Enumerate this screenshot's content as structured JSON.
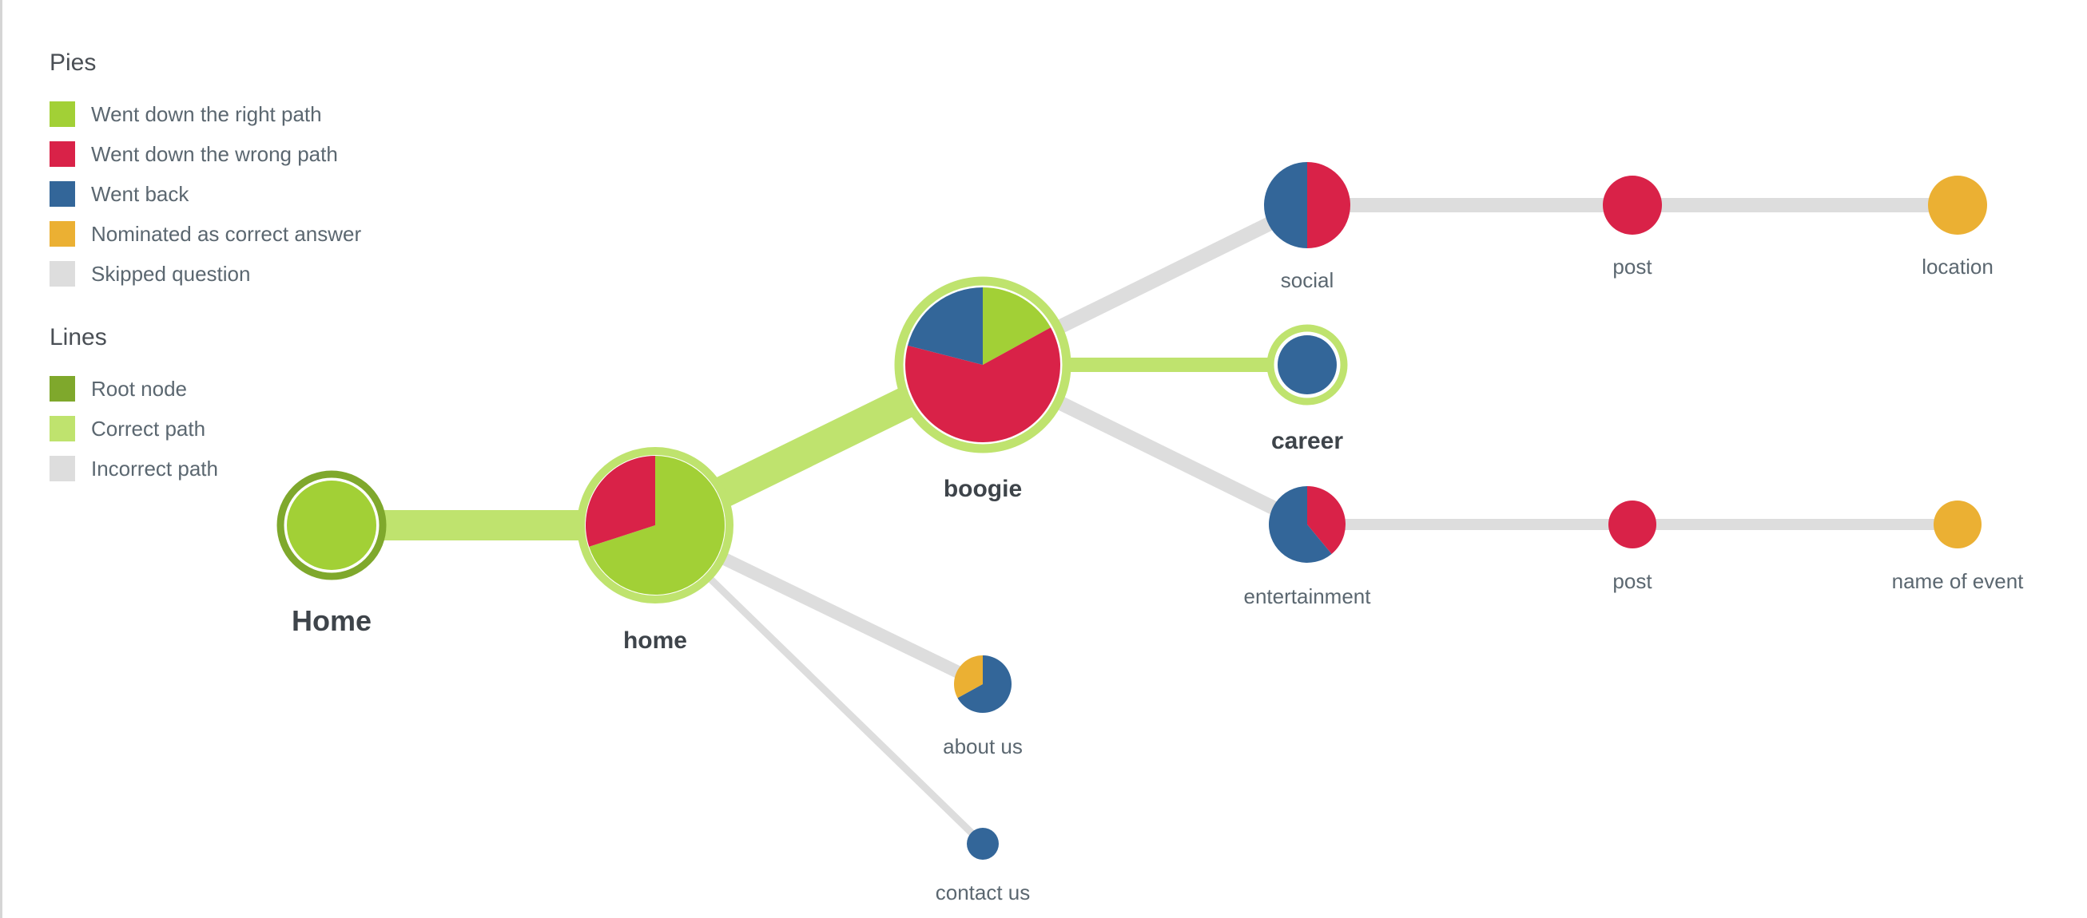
{
  "colors": {
    "right_path": "#a2d036",
    "wrong_path": "#d92248",
    "went_back": "#336699",
    "nominated": "#ebb033",
    "skipped": "#dddddd",
    "root_node": "#7fa82c",
    "correct_path": "#bfe36e",
    "incorrect_path": "#dddddd",
    "label_dark": "#3e444a",
    "label_mid": "#5b6770"
  },
  "legend": {
    "pies": {
      "title": "Pies",
      "items": [
        {
          "label": "Went down the right path",
          "color": "#a2d036"
        },
        {
          "label": "Went down the wrong path",
          "color": "#d92248"
        },
        {
          "label": "Went back",
          "color": "#336699"
        },
        {
          "label": "Nominated as correct answer",
          "color": "#ebb033"
        },
        {
          "label": "Skipped question",
          "color": "#dddddd"
        }
      ]
    },
    "lines": {
      "title": "Lines",
      "items": [
        {
          "label": "Root node",
          "color": "#7fa82c"
        },
        {
          "label": "Correct path",
          "color": "#bfe36e"
        },
        {
          "label": "Incorrect path",
          "color": "#dddddd"
        }
      ]
    }
  },
  "nodes": [
    {
      "id": "root",
      "label": "Home",
      "slices": [
        {
          "category": "right_path",
          "fraction": 1.0
        }
      ]
    },
    {
      "id": "home",
      "label": "home",
      "slices": [
        {
          "category": "right_path",
          "fraction": 0.7
        },
        {
          "category": "wrong_path",
          "fraction": 0.3
        }
      ]
    },
    {
      "id": "boogie",
      "label": "boogie",
      "slices": [
        {
          "category": "right_path",
          "fraction": 0.17
        },
        {
          "category": "wrong_path",
          "fraction": 0.62
        },
        {
          "category": "went_back",
          "fraction": 0.21
        }
      ]
    },
    {
      "id": "about",
      "label": "about us",
      "slices": [
        {
          "category": "went_back",
          "fraction": 0.67
        },
        {
          "category": "nominated",
          "fraction": 0.33
        }
      ]
    },
    {
      "id": "contact",
      "label": "contact us",
      "slices": [
        {
          "category": "went_back",
          "fraction": 1.0
        }
      ]
    },
    {
      "id": "social",
      "label": "social",
      "slices": [
        {
          "category": "wrong_path",
          "fraction": 0.5
        },
        {
          "category": "went_back",
          "fraction": 0.5
        }
      ]
    },
    {
      "id": "career",
      "label": "career",
      "slices": [
        {
          "category": "went_back",
          "fraction": 1.0
        }
      ]
    },
    {
      "id": "entertainment",
      "label": "entertainment",
      "slices": [
        {
          "category": "wrong_path",
          "fraction": 0.39
        },
        {
          "category": "went_back",
          "fraction": 0.61
        }
      ]
    },
    {
      "id": "post1",
      "label": "post",
      "slices": [
        {
          "category": "wrong_path",
          "fraction": 1.0
        }
      ]
    },
    {
      "id": "location",
      "label": "location",
      "slices": [
        {
          "category": "nominated",
          "fraction": 1.0
        }
      ]
    },
    {
      "id": "post2",
      "label": "post",
      "slices": [
        {
          "category": "wrong_path",
          "fraction": 1.0
        }
      ]
    },
    {
      "id": "event",
      "label": "name of event",
      "slices": [
        {
          "category": "nominated",
          "fraction": 1.0
        }
      ]
    }
  ],
  "edges": [
    {
      "from": "root",
      "to": "home",
      "kind": "correct"
    },
    {
      "from": "home",
      "to": "boogie",
      "kind": "correct"
    },
    {
      "from": "home",
      "to": "about",
      "kind": "incorrect"
    },
    {
      "from": "home",
      "to": "contact",
      "kind": "incorrect"
    },
    {
      "from": "boogie",
      "to": "social",
      "kind": "incorrect"
    },
    {
      "from": "boogie",
      "to": "career",
      "kind": "correct"
    },
    {
      "from": "boogie",
      "to": "entertainment",
      "kind": "incorrect"
    },
    {
      "from": "social",
      "to": "post1",
      "kind": "incorrect"
    },
    {
      "from": "post1",
      "to": "location",
      "kind": "incorrect"
    },
    {
      "from": "entertainment",
      "to": "post2",
      "kind": "incorrect"
    },
    {
      "from": "post2",
      "to": "event",
      "kind": "incorrect"
    }
  ]
}
